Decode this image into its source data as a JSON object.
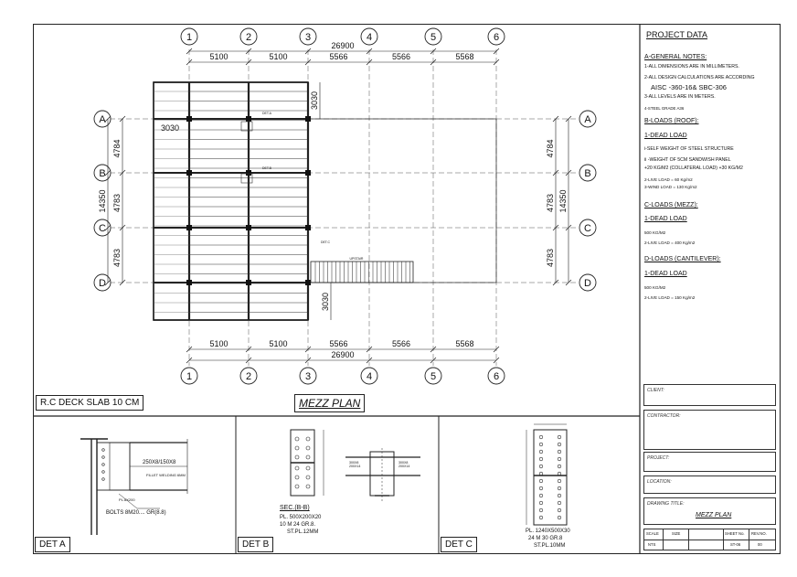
{
  "grid": {
    "columns": [
      "1",
      "2",
      "3",
      "4",
      "5",
      "6"
    ],
    "rows": [
      "A",
      "B",
      "C",
      "D"
    ],
    "col_spacings": [
      "5100",
      "5100",
      "5566",
      "5566",
      "5568"
    ],
    "total_width": "26900",
    "row_spacings": [
      "4784",
      "4783",
      "4783"
    ],
    "total_height": "14350",
    "cantilever": "3030",
    "cantilever_side": "3030"
  },
  "plan": {
    "slab_label": "R.C DECK SLAB 10 CM",
    "title": "MEZZ PLAN"
  },
  "project_data": {
    "heading": "PROJECT DATA",
    "general_heading": "A-GENERAL NOTES:",
    "general_notes": [
      "1-ALL DIMENSIONS ARE IN MILLIMETERS.",
      "2-ALL DESIGN CALCULATIONS ARE ACCORDING",
      "AISC -360-16& SBC-306",
      "3-ALL LEVELS ARE IN METERS.",
      "4-STEEL GRADE A36"
    ],
    "roof_heading": "B-LOADS (ROOF):",
    "roof_dead": "1-DEAD LOAD",
    "roof_notes": [
      "i-SELF WEIGHT OF STEEL STRUCTURE",
      "ii -WEIGHT OF 5CM SANDWISH PANEL",
      "+20 KG/M2 (COLLATERAL LOAD) +30 KG/M2",
      "2-LIVE LOAD = 60 Kg/m2",
      "3-WIND LOAD = 130 Kg/m2"
    ],
    "mezz_heading": "C-LOADS (MEZZ):",
    "mezz_dead": "1-DEAD LOAD",
    "mezz_notes": [
      "500 KG/M2",
      "2-LIVE LOAD = 400 Kg/m2"
    ],
    "cant_heading": "D-LOADS (CANTILEVER):",
    "cant_dead": "1-DEAD LOAD",
    "cant_notes": [
      "500 KG/M2",
      "2-LIVE LOAD = 150 Kg/m2"
    ]
  },
  "title_block": {
    "client": "CLIENT:",
    "contractor": "CONTRACTOR:",
    "project": "PROJECT:",
    "location": "LOCATION:",
    "drawing_title_label": "DRAWING TITLE:",
    "drawing_title": "MEZZ PLAN",
    "headers": [
      "SCALE",
      "SIZE",
      "SHEET No.",
      "REV.NO."
    ],
    "values": [
      "NTS",
      "",
      "ST-06",
      "00"
    ]
  },
  "details": {
    "a_label": "DET A",
    "a_section": "250X8/150X8",
    "a_weld": "FILLET WELDING 6MM",
    "a_plate": "PL.8X200",
    "a_bolts": "BOLTS 8M20.... GR(8.8)",
    "b_label": "DET B",
    "b_sec": "SEC.(B-B)",
    "b_notes": [
      "PL. 500X200X20",
      "10  M  24  GR.8.",
      "ST.PL.12MM"
    ],
    "b_tag1": "300X8 200X14",
    "b_tag2": "300X8 200X14",
    "c_label": "DET C",
    "c_notes": [
      "PL.  1240X500X30",
      "24  M  30  GR.8",
      "ST.PL.10MM"
    ]
  },
  "misc": {
    "stair_label": "UPSTAIR",
    "det_ref_a": "DET.A",
    "det_ref_b": "DET.B",
    "det_ref_c": "DET.C"
  }
}
